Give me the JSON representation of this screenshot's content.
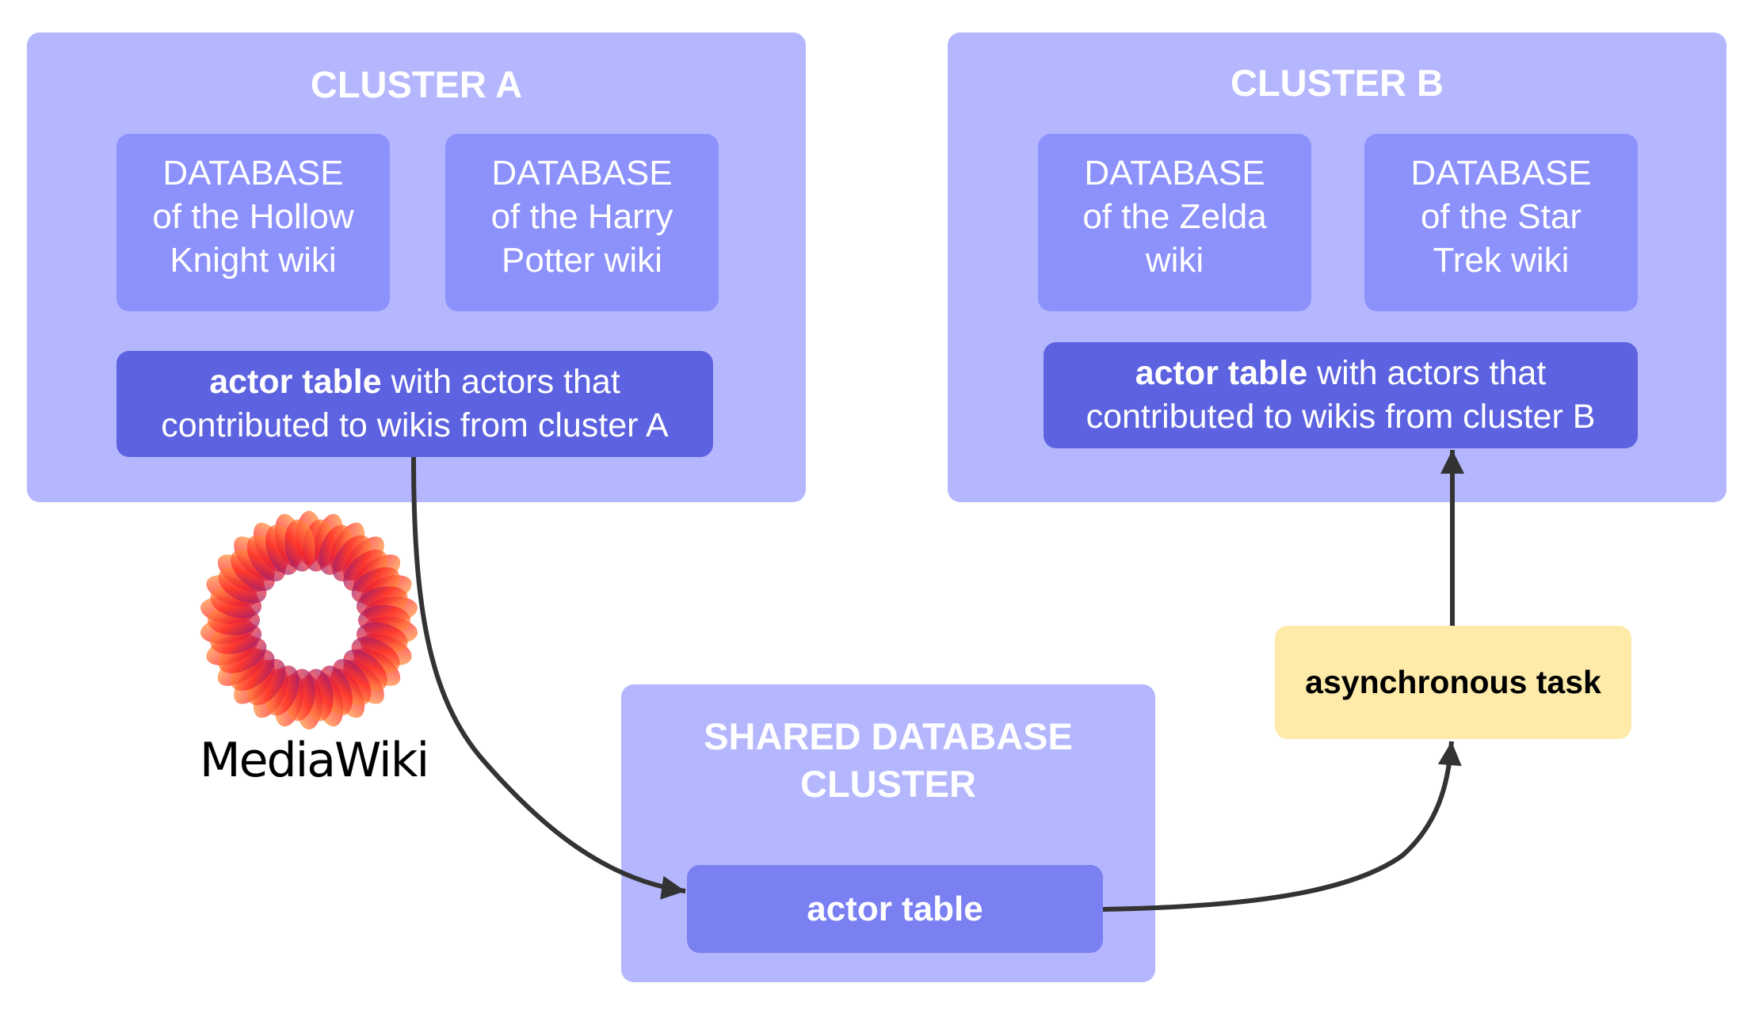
{
  "colors": {
    "cluster_bg": "#B4B7FD",
    "database_bg": "#8C91FB",
    "actor_table_bar": "#5D62E0",
    "shared_actor_table": "#7A7FF2",
    "async_task_bg": "#FEEBAA",
    "arrow": "#333333"
  },
  "cluster_a": {
    "title": "CLUSTER A",
    "databases": [
      {
        "lines": [
          "DATABASE",
          "of the Hollow",
          "Knight wiki"
        ]
      },
      {
        "lines": [
          "DATABASE",
          "of the Harry",
          "Potter wiki"
        ]
      }
    ],
    "actor_table": {
      "bold": "actor table",
      "rest_line1": " with actors that",
      "line2": "contributed to wikis from cluster A"
    }
  },
  "cluster_b": {
    "title": "CLUSTER B",
    "databases": [
      {
        "lines": [
          "DATABASE",
          "of the Zelda",
          "wiki"
        ]
      },
      {
        "lines": [
          "DATABASE",
          "of the Star",
          "Trek wiki"
        ]
      }
    ],
    "actor_table": {
      "bold": "actor table",
      "rest_line1": " with actors that",
      "line2": "contributed to wikis from cluster B"
    }
  },
  "shared_cluster": {
    "title_line1": "SHARED DATABASE",
    "title_line2": "CLUSTER",
    "actor_table": "actor table"
  },
  "async_task": "asynchronous task",
  "logo": {
    "name": "MediaWiki",
    "icon": "mediawiki-sunflower-icon"
  },
  "edges": [
    {
      "from": "cluster_a.actor_table",
      "to": "shared_cluster.actor_table"
    },
    {
      "from": "shared_cluster.actor_table",
      "to": "async_task"
    },
    {
      "from": "async_task",
      "to": "cluster_b.actor_table"
    }
  ]
}
